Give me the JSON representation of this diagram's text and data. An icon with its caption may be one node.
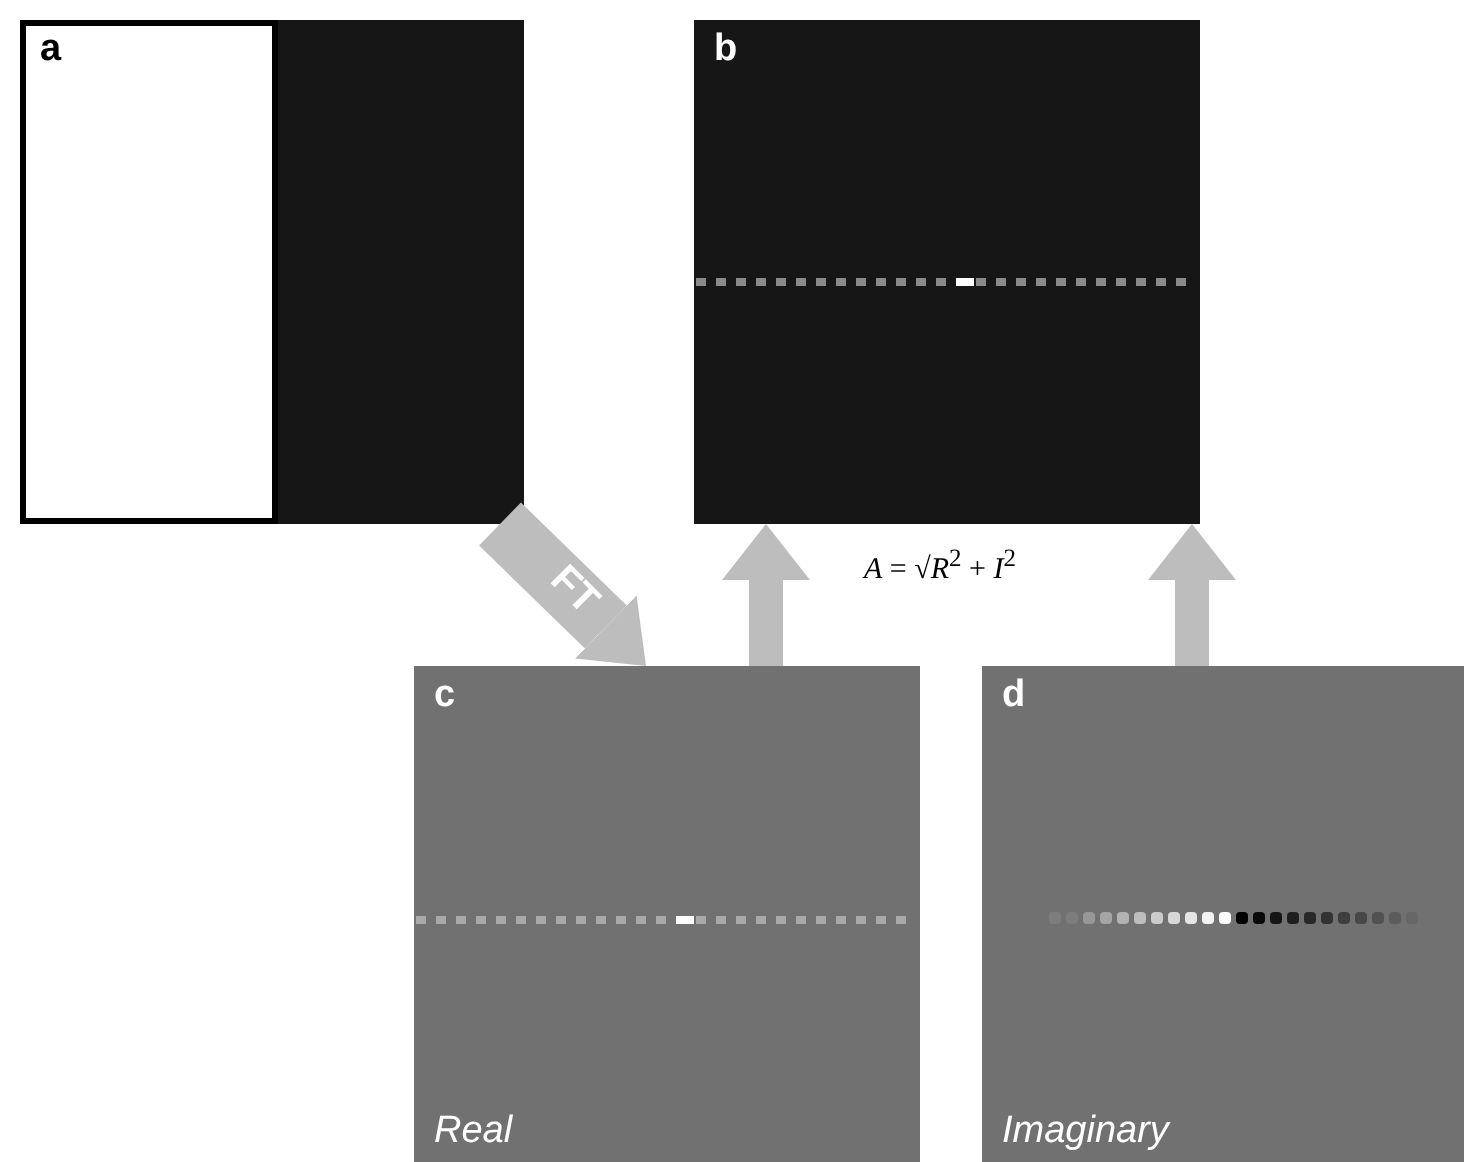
{
  "diagram": {
    "nodes": [
      {
        "text": [
          "a"
        ]
      },
      {
        "text": [
          "b"
        ]
      },
      {
        "text": [
          "c",
          "Real"
        ]
      },
      {
        "text": [
          "d",
          "Imaginary"
        ]
      }
    ],
    "edges": [
      {
        "from": 0,
        "to": 2,
        "arrow": "to",
        "label": "FT"
      },
      {
        "from": 2,
        "to": 1,
        "arrow": "to"
      },
      {
        "from": 3,
        "to": 1,
        "arrow": "to"
      }
    ],
    "labels": [
      "*A* = √*R*$^{2}$ + *I*$^{2}$"
    ]
  }
}
